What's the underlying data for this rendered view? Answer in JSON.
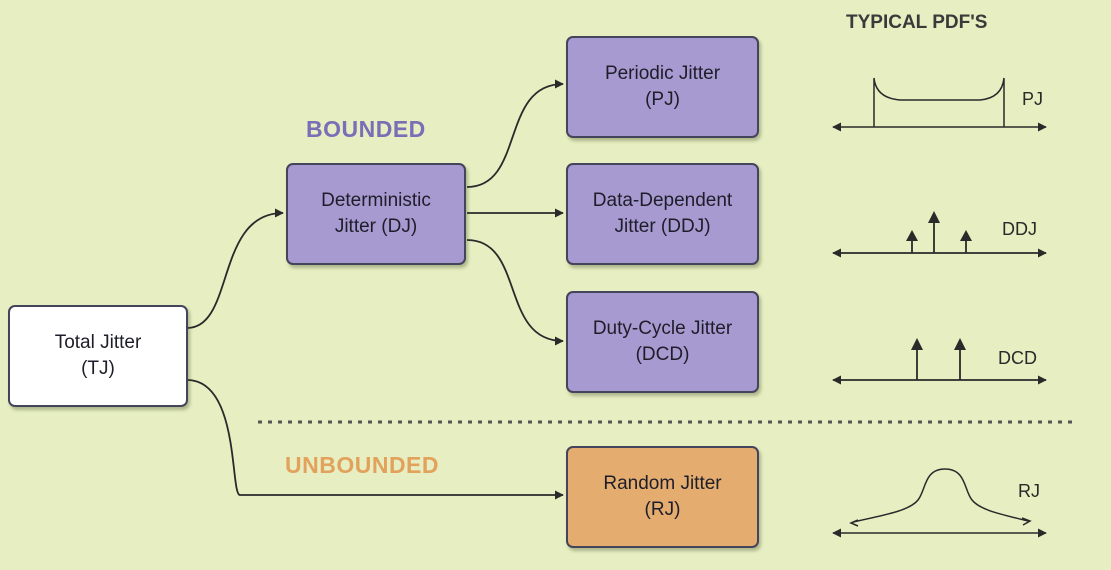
{
  "colors": {
    "background": "#e6eec2",
    "bounded": "#7a6fb6",
    "unbounded": "#e2a25c",
    "purple_box": "#a79ad0",
    "orange_box": "#e5ac70",
    "white_box": "#ffffff",
    "line": "#2a2a2a"
  },
  "heading": "TYPICAL PDF'S",
  "sections": {
    "bounded": "BOUNDED",
    "unbounded": "UNBOUNDED"
  },
  "nodes": {
    "total": {
      "line1": "Total Jitter",
      "line2": "(TJ)"
    },
    "deterministic": {
      "line1": "Deterministic",
      "line2": "Jitter (DJ)"
    },
    "periodic": {
      "line1": "Periodic Jitter",
      "line2": "(PJ)"
    },
    "data_dependent": {
      "line1": "Data-Dependent",
      "line2": "Jitter (DDJ)"
    },
    "duty_cycle": {
      "line1": "Duty-Cycle Jitter",
      "line2": "(DCD)"
    },
    "random": {
      "line1": "Random Jitter",
      "line2": "(RJ)"
    }
  },
  "pdf_labels": {
    "pj": "PJ",
    "ddj": "DDJ",
    "dcd": "DCD",
    "rj": "RJ"
  },
  "icons": [
    "arrow-icon",
    "pdf-plot-icon"
  ]
}
